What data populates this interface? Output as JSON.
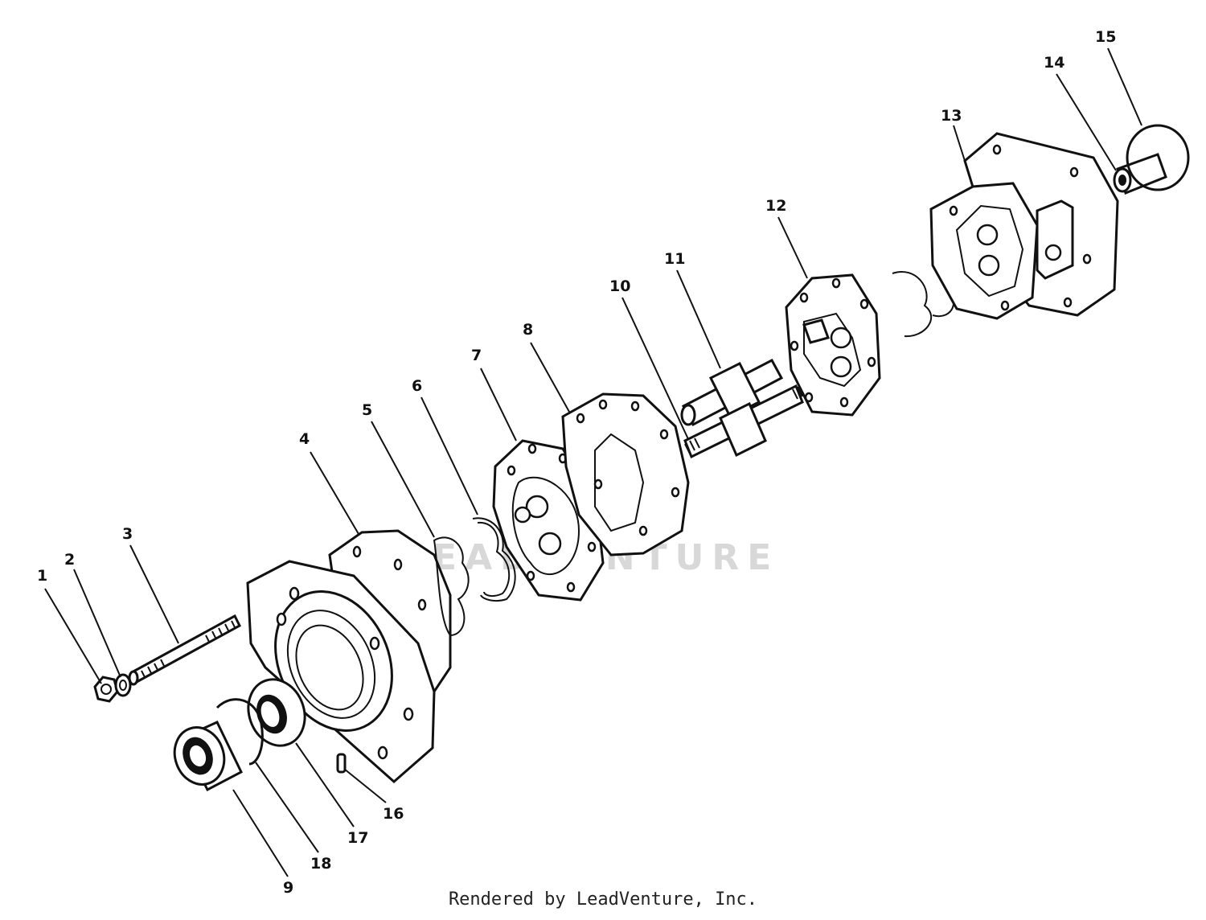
{
  "watermark": "LEADVENTURE",
  "footer": "Rendered by LeadVenture, Inc.",
  "callouts": [
    {
      "id": "1",
      "label": "1"
    },
    {
      "id": "2",
      "label": "2"
    },
    {
      "id": "3",
      "label": "3"
    },
    {
      "id": "4",
      "label": "4"
    },
    {
      "id": "5",
      "label": "5"
    },
    {
      "id": "6",
      "label": "6"
    },
    {
      "id": "7",
      "label": "7"
    },
    {
      "id": "8",
      "label": "8"
    },
    {
      "id": "9",
      "label": "9"
    },
    {
      "id": "10",
      "label": "10"
    },
    {
      "id": "11",
      "label": "11"
    },
    {
      "id": "12",
      "label": "12"
    },
    {
      "id": "13",
      "label": "13"
    },
    {
      "id": "14",
      "label": "14"
    },
    {
      "id": "15",
      "label": "15"
    },
    {
      "id": "16",
      "label": "16"
    },
    {
      "id": "17",
      "label": "17"
    },
    {
      "id": "18",
      "label": "18"
    }
  ]
}
